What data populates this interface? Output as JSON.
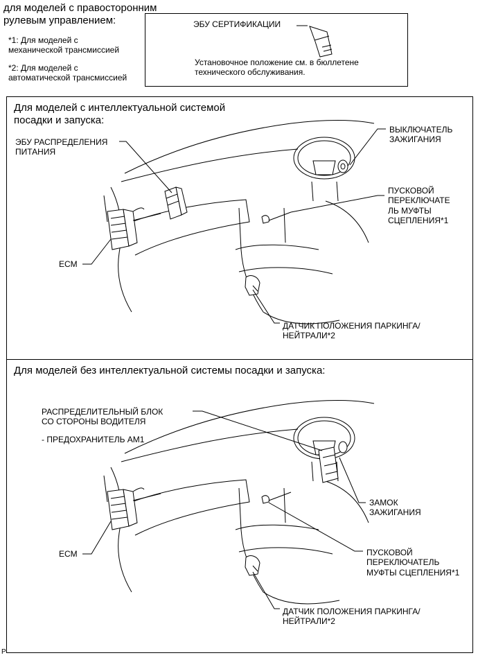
{
  "header": {
    "title": "для моделей с правосторонним\nрулевым управлением:",
    "note1": "*1: Для моделей с\nмеханической трансмиссией",
    "note2": "*2: Для моделей с\nавтоматической трансмиссией"
  },
  "cert_box": {
    "label": "ЭБУ СЕРТИФИКАЦИИ",
    "text": "Установочное положение см. в бюллетене\nтехнического обслуживания."
  },
  "panel1": {
    "heading": "Для моделей с интеллектуальной системой\nпосадки и запуска:",
    "labels": {
      "power_ecu": "ЭБУ РАСПРЕДЕЛЕНИЯ\nПИТАНИЯ",
      "ignition_switch": "ВЫКЛЮЧАТЕЛЬ\nЗАЖИГАНИЯ",
      "clutch_switch": "ПУСКОВОЙ\nПЕРЕКЛЮЧАТЕ\nЛЬ МУФТЫ\nСЦЕПЛЕНИЯ*1",
      "ecm": "ECM",
      "park_neutral": "ДАТЧИК ПОЛОЖЕНИЯ ПАРКИНГА/\nНЕЙТРАЛИ*2"
    }
  },
  "panel2": {
    "heading": "Для моделей без интеллектуальной системы посадки и запуска:",
    "labels": {
      "junction_block": "РАСПРЕДЕЛИТЕЛЬНЫЙ БЛОК\nСО СТОРОНЫ ВОДИТЕЛЯ",
      "fuse": "- ПРЕДОХРАНИТЕЛЬ AM1",
      "ignition_lock": "ЗАМОК\nЗАЖИГАНИЯ",
      "clutch_switch": "ПУСКОВОЙ\nПЕРЕКЛЮЧАТЕЛЬ\nМУФТЫ СЦЕПЛЕНИЯ*1",
      "ecm": "ECM",
      "park_neutral": "ДАТЧИК ПОЛОЖЕНИЯ ПАРКИНГА/\nНЕЙТРАЛИ*2"
    }
  },
  "footer": {
    "code": "P"
  }
}
